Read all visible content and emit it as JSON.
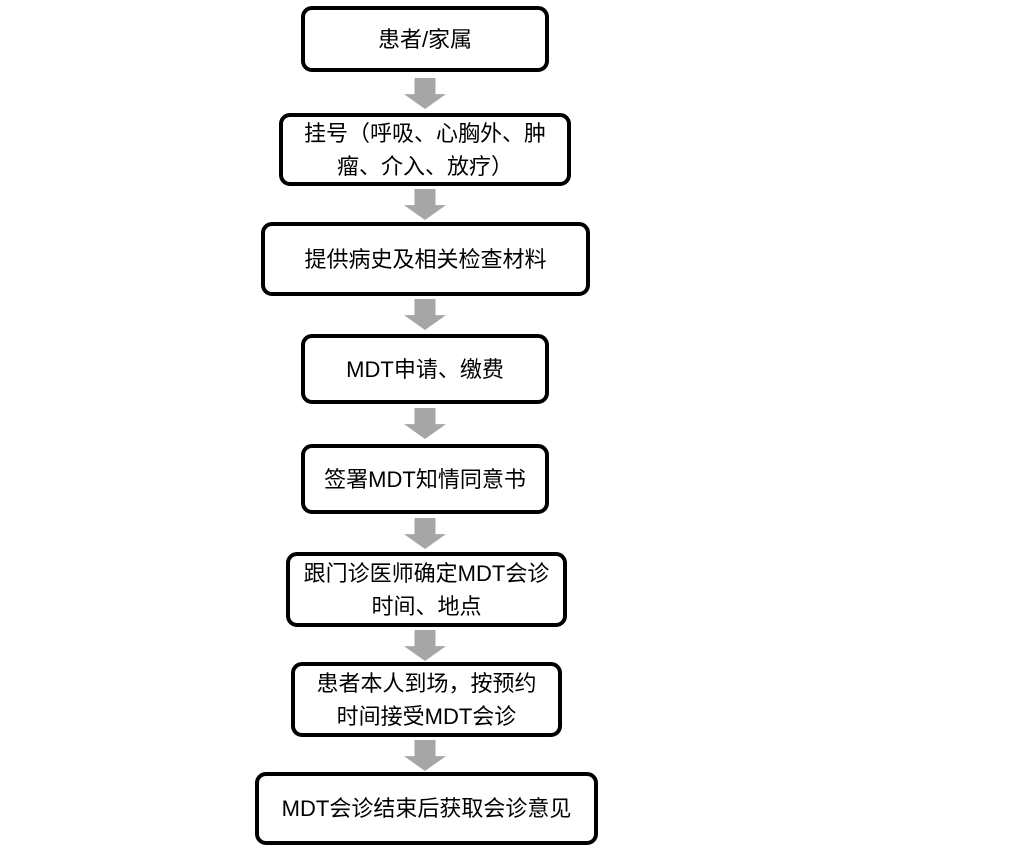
{
  "flowchart": {
    "background_color": "#ffffff",
    "box_style": {
      "border_color": "#000000",
      "fill_color": "#ffffff",
      "text_color": "#000000"
    },
    "arrow": {
      "icon": "down-block-arrow",
      "color": "#a6a6a6"
    },
    "steps": [
      {
        "id": "patient-family",
        "label": "患者/家属"
      },
      {
        "id": "registration",
        "label": "挂号（呼吸、心胸外、肿\n瘤、介入、放疗）"
      },
      {
        "id": "provide-history",
        "label": "提供病史及相关检查材料"
      },
      {
        "id": "mdt-apply-pay",
        "label": "MDT申请、缴费"
      },
      {
        "id": "sign-consent",
        "label": "签署MDT知情同意书"
      },
      {
        "id": "confirm-time-place",
        "label": "跟门诊医师确定MDT会诊\n时间、地点"
      },
      {
        "id": "attend-consultation",
        "label": "患者本人到场，按预约\n时间接受MDT会诊"
      },
      {
        "id": "get-opinions",
        "label": "MDT会诊结束后获取会诊意见"
      }
    ]
  }
}
